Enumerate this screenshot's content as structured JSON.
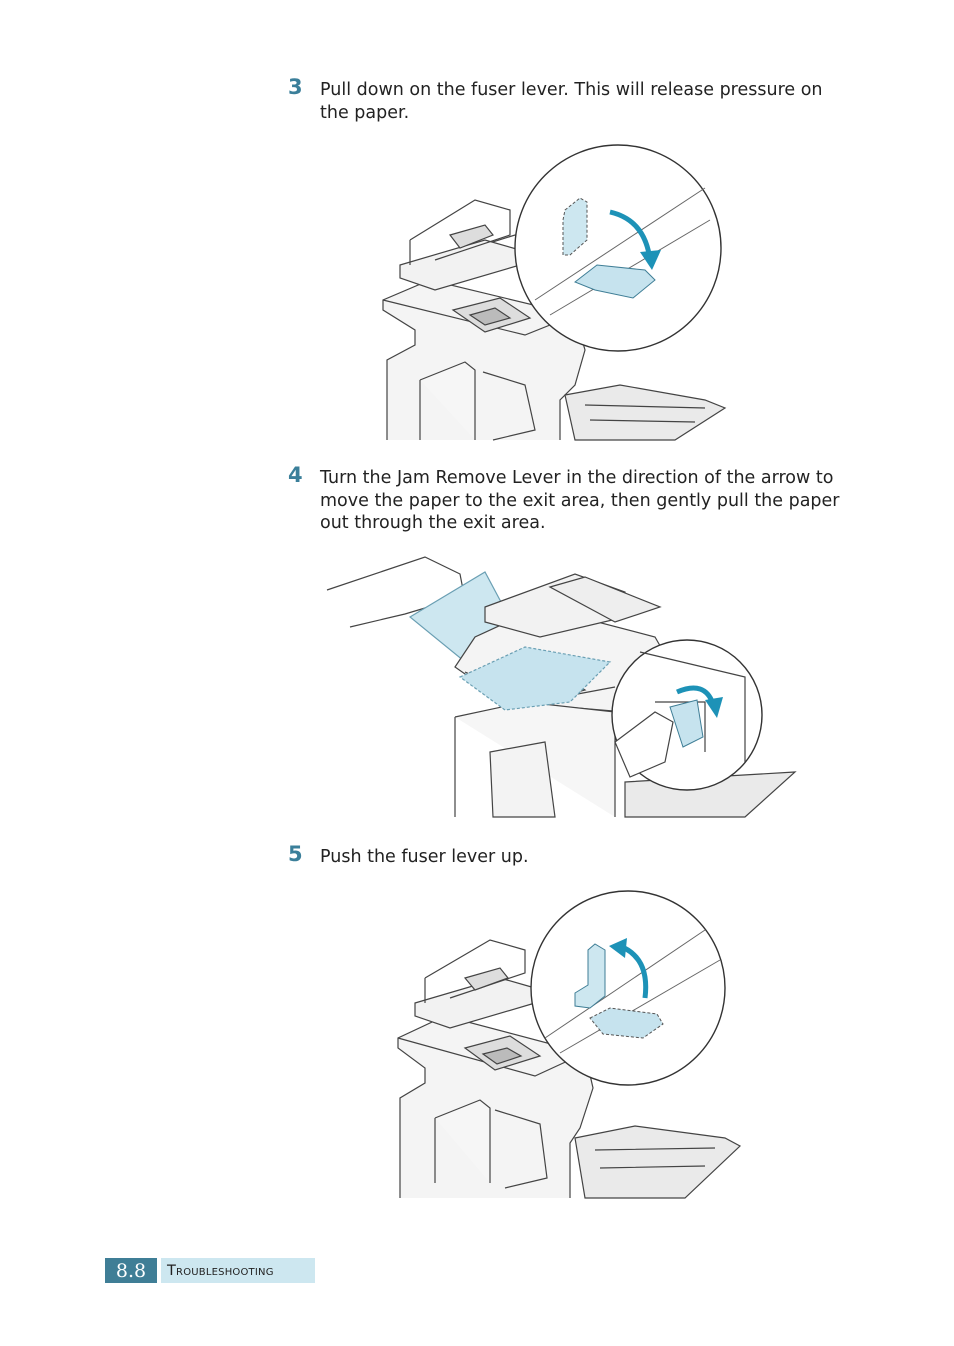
{
  "steps": [
    {
      "number": "3",
      "text": "Pull down on the fuser lever. This will release pressure on the paper."
    },
    {
      "number": "4",
      "text": "Turn the Jam Remove Lever in the direction of the arrow to move the paper to the exit area, then gently pull the paper out through the exit area."
    },
    {
      "number": "5",
      "text": "Push the fuser lever up."
    }
  ],
  "footer": {
    "page_number": "8.8",
    "section": "Troubleshooting"
  },
  "colors": {
    "accent": "#3f7e96",
    "step_number": "#3b7f9a",
    "section_bg": "#cde7f0",
    "arrow": "#1d92b7",
    "highlight": "#c6e3ee"
  }
}
